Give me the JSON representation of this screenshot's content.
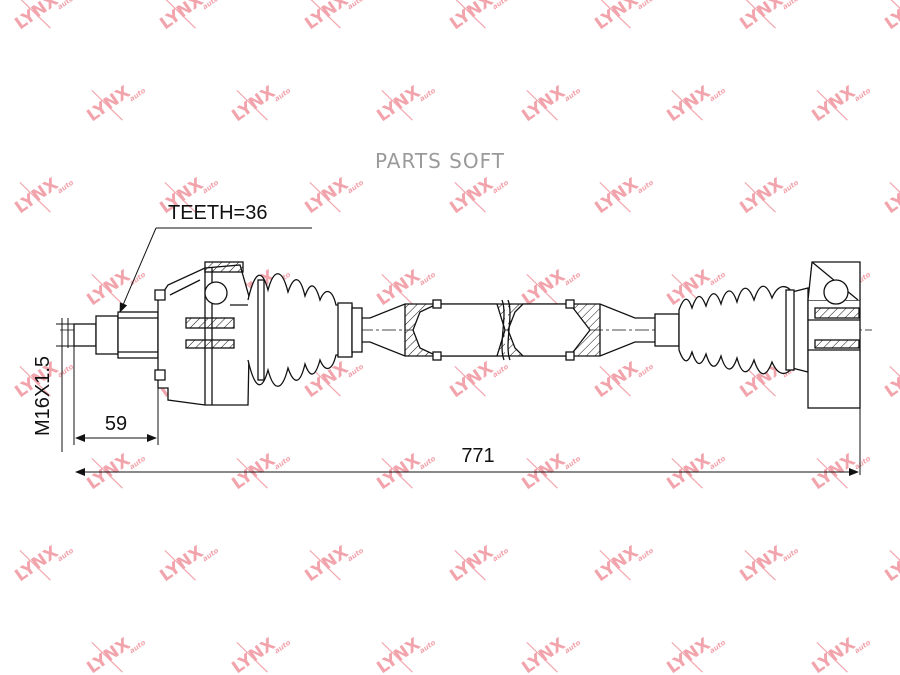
{
  "watermark": {
    "text": "LYNX",
    "sub": "auto",
    "color": "#e85a6a"
  },
  "brand": "PARTS SOFT",
  "annotations": {
    "teeth": "TEETH=36",
    "thread": "M16X1.5",
    "spline_length": "59",
    "total_length": "771"
  },
  "colors": {
    "line": "#111111",
    "brand_text": "#9a9a9a"
  }
}
